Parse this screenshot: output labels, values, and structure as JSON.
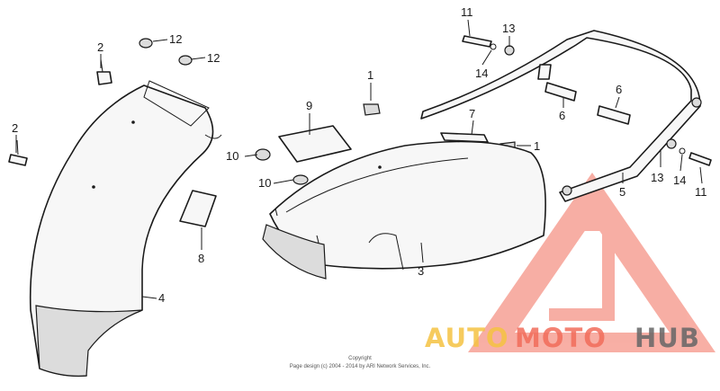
{
  "callouts": {
    "c1a": "1",
    "c1b": "1",
    "c2a": "2",
    "c2b": "2",
    "c3": "3",
    "c4": "4",
    "c5": "5",
    "c6a": "6",
    "c6b": "6",
    "c7": "7",
    "c8": "8",
    "c9": "9",
    "c10a": "10",
    "c10b": "10",
    "c11a": "11",
    "c11b": "11",
    "c12a": "12",
    "c12b": "12",
    "c13a": "13",
    "c13b": "13",
    "c14a": "14",
    "c14b": "14"
  },
  "copyright": {
    "line1": "Copyright",
    "line2": "Page design (c) 2004 - 2014 by ARI Network Services, Inc."
  },
  "watermark": {
    "auto": "AUTO",
    "moto": "MOTO",
    "hub": "HUB",
    "colors": {
      "auto": "#f5c242",
      "moto": "#f26d5b",
      "hub": "#666666",
      "triangle": "#f26d5b"
    }
  }
}
